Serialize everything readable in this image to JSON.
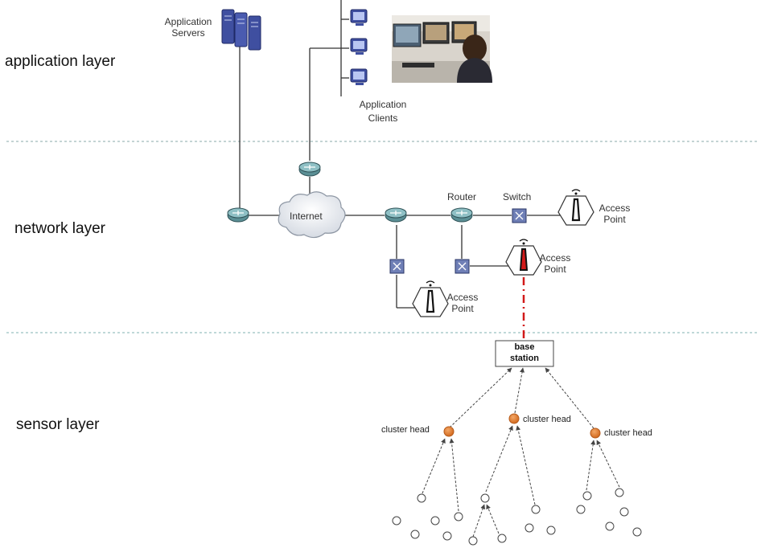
{
  "layers": {
    "application": "application layer",
    "network": "network layer",
    "sensor": "sensor layer"
  },
  "labels": {
    "app_servers_line1": "Application",
    "app_servers_line2": "Servers",
    "app_clients_line1": "Application",
    "app_clients_line2": "Clients",
    "internet": "Internet",
    "router": "Router",
    "switch": "Switch",
    "access_point_line1": "Access",
    "access_point_line2": "Point",
    "base_station_line1": "base",
    "base_station_line2": "station",
    "cluster_head": "cluster head"
  },
  "colors": {
    "cluster_head_fill": "#e07a2e",
    "radio_link": "#d21a1a",
    "router_fill": "#5b8f95",
    "switch_fill": "#6f7fb6",
    "server_fill": "#3f4fa0",
    "layer_divider": "#7aa6a6"
  }
}
